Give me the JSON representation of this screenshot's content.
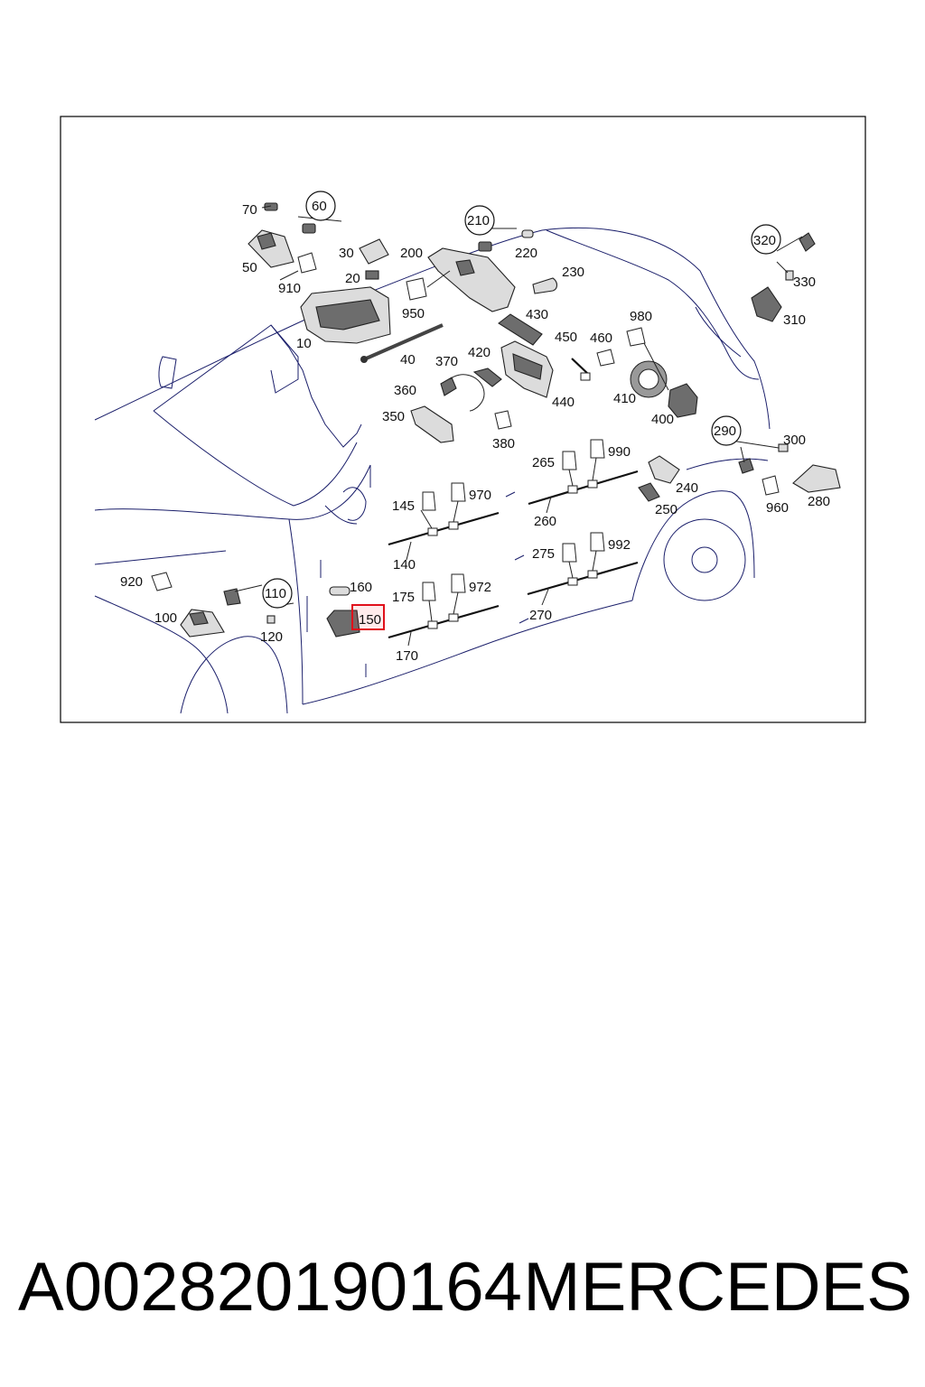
{
  "diagram": {
    "callouts": [
      "10",
      "20",
      "30",
      "40",
      "50",
      "60",
      "70",
      "100",
      "110",
      "120",
      "140",
      "145",
      "150",
      "160",
      "170",
      "175",
      "200",
      "210",
      "220",
      "230",
      "240",
      "250",
      "260",
      "265",
      "270",
      "275",
      "280",
      "290",
      "300",
      "310",
      "320",
      "330",
      "350",
      "360",
      "370",
      "380",
      "400",
      "410",
      "420",
      "430",
      "440",
      "450",
      "460",
      "910",
      "920",
      "950",
      "960",
      "970",
      "972",
      "980",
      "990",
      "992"
    ],
    "circled_callouts": [
      "60",
      "110",
      "210",
      "290",
      "320"
    ],
    "highlighted_callout": "150"
  },
  "caption": {
    "part_number": "A002820190164",
    "brand": "MERCEDES"
  }
}
